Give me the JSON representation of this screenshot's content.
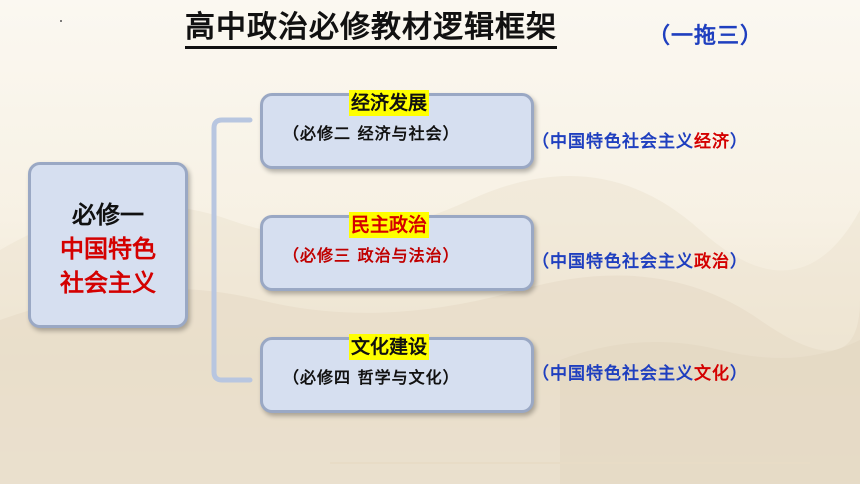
{
  "title": "高中政治必修教材逻辑框架",
  "subtitle": "（一拖三）",
  "main": {
    "line1": "必修一",
    "line2": "中国特色",
    "line3": "社会主义",
    "colors": {
      "line1": "#111111",
      "highlight": "#d40000"
    }
  },
  "branches": [
    {
      "title": "经济发展",
      "text": "（必修二 经济与社会）",
      "side_prefix": "（中国特色社会主义",
      "side_keyword": "经济",
      "side_suffix": "）"
    },
    {
      "title": "民主政治",
      "text": "（必修三 政治与法治）",
      "side_prefix": "（中国特色社会主义",
      "side_keyword": "政治",
      "side_suffix": "）"
    },
    {
      "title": "文化建设",
      "text": "（必修四 哲学与文化）",
      "side_prefix": "（中国特色社会主义",
      "side_keyword": "文化",
      "side_suffix": "）"
    }
  ],
  "colors": {
    "accent_blue": "#1f3fbf",
    "accent_red": "#d40000",
    "highlight_yellow": "#ffff00",
    "box_fill": "#d6dff0",
    "box_border": "#9aa8c4"
  }
}
